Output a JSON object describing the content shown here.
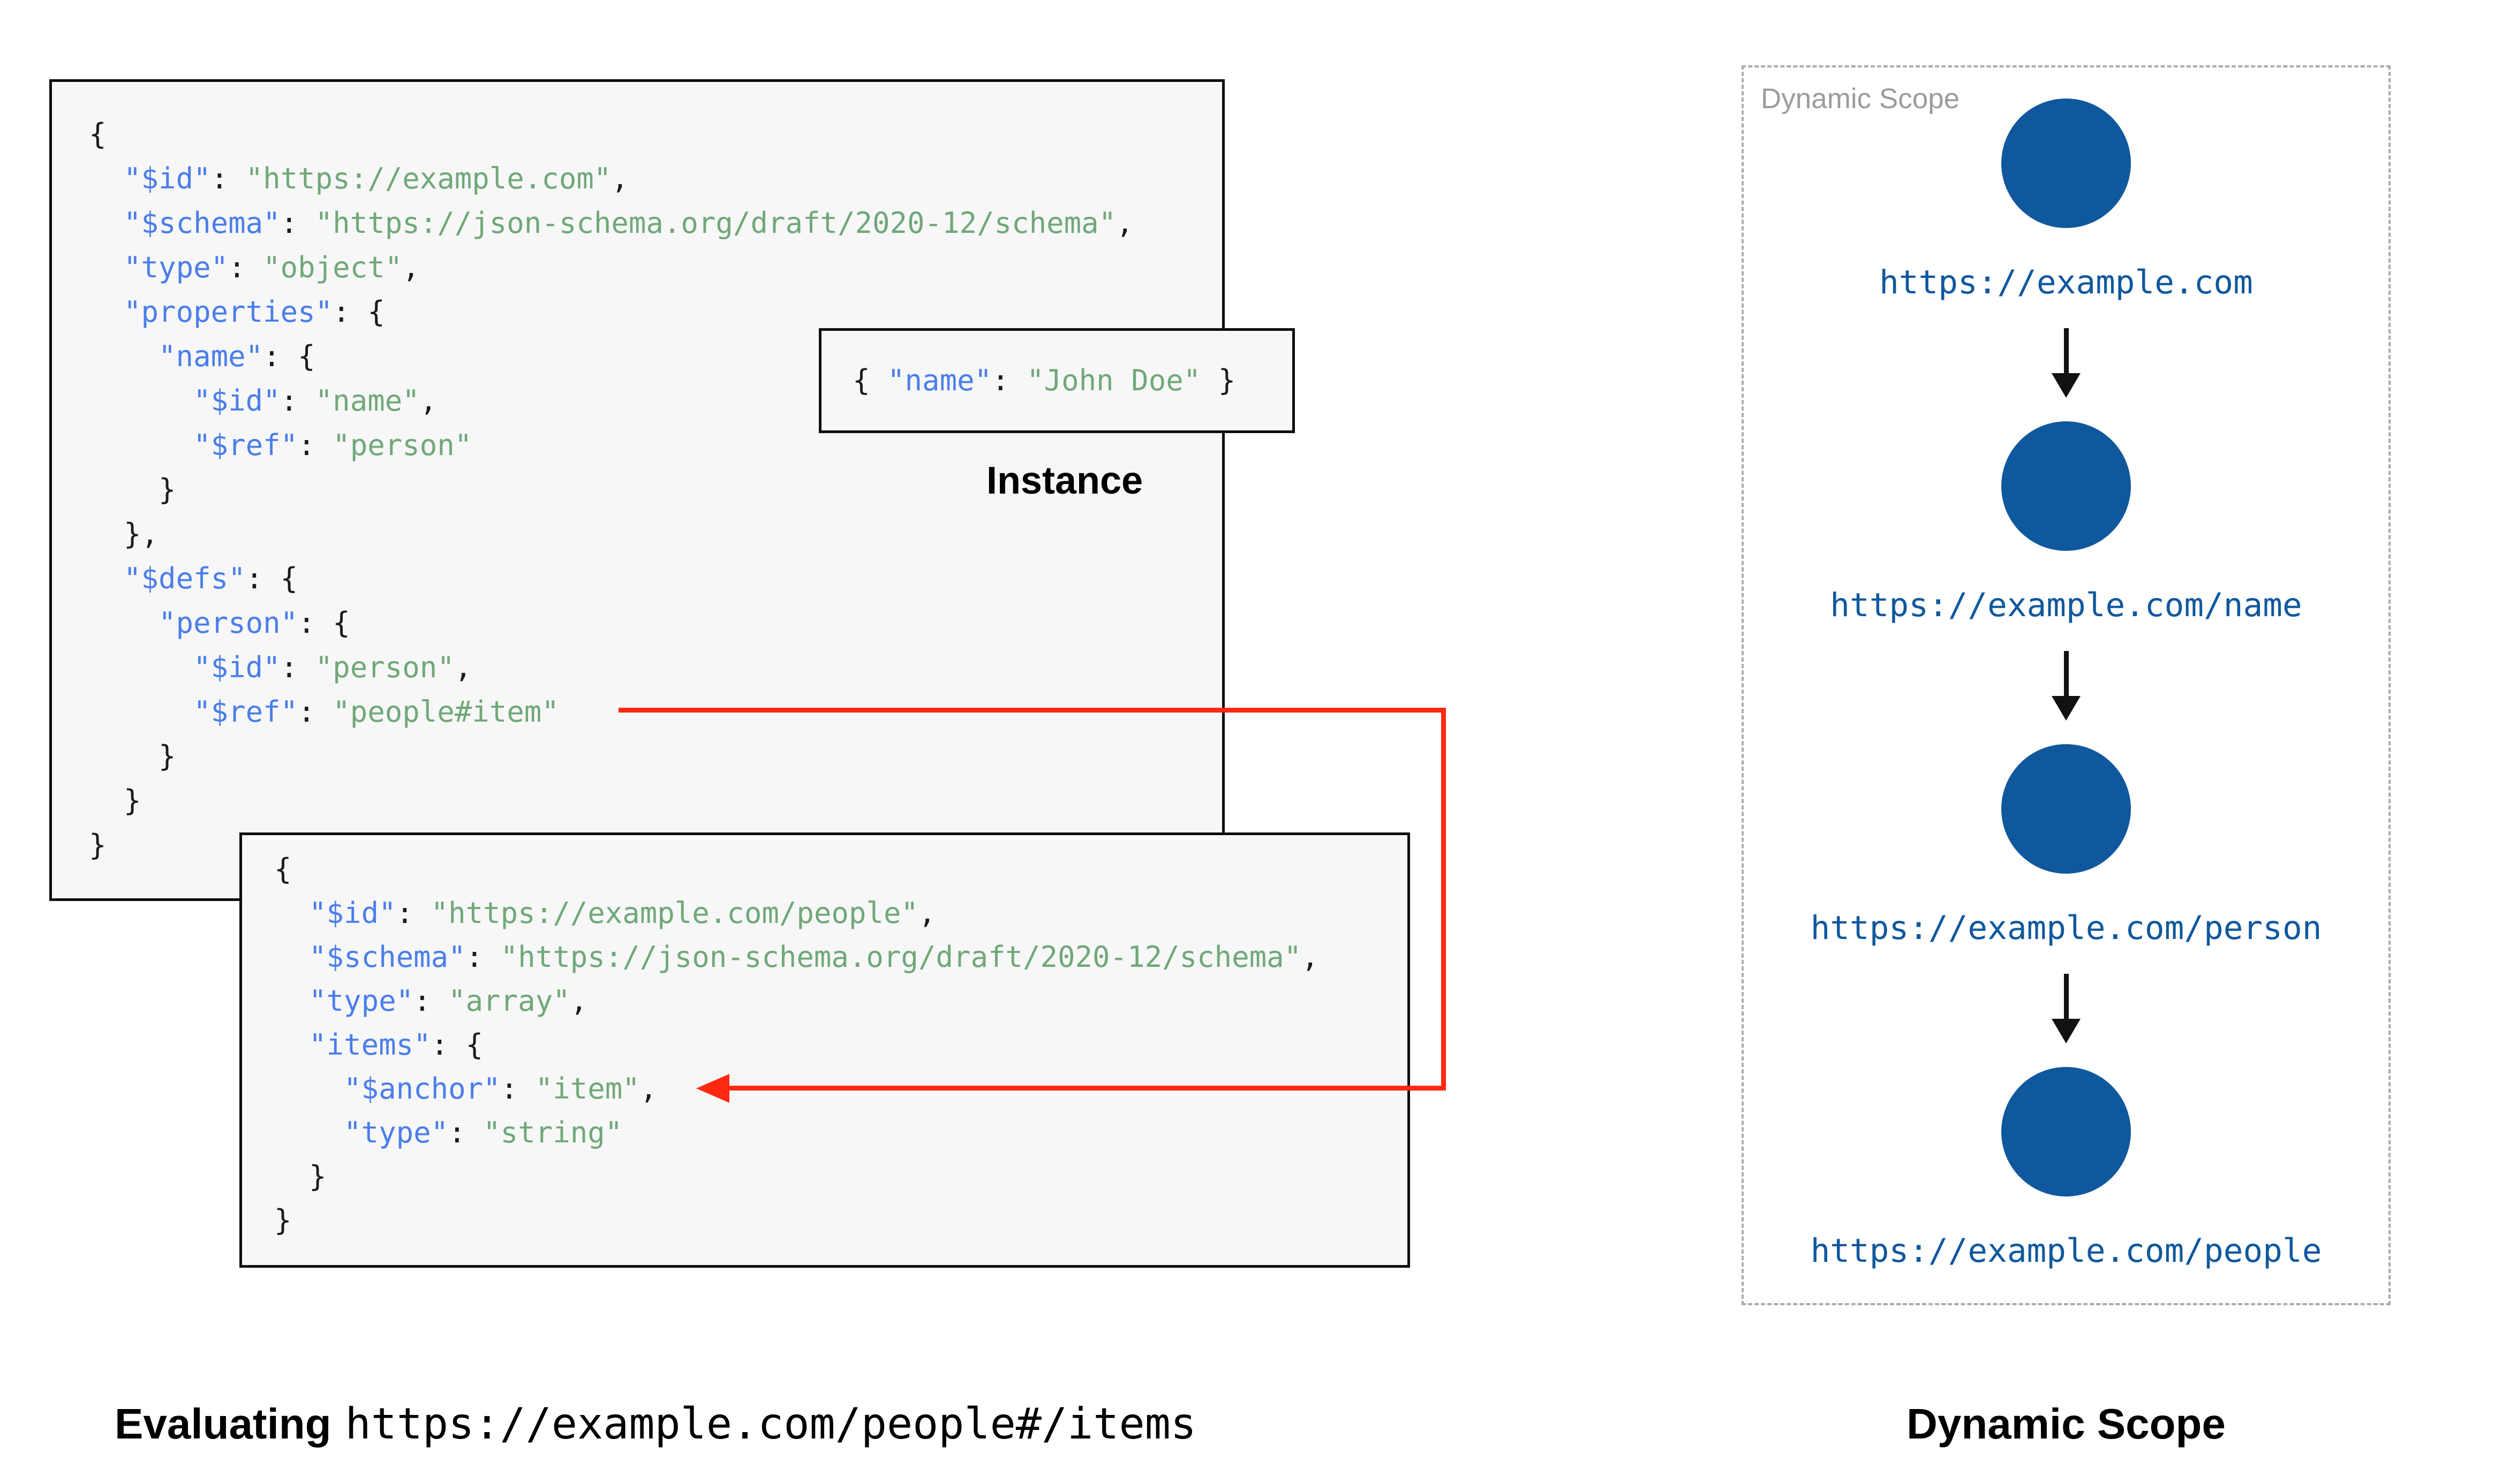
{
  "colors": {
    "key_blue": "#4a7eea",
    "string_green": "#70a878",
    "punctuation": "#1b1b1b",
    "node_blue": "#10589d",
    "arrow_red": "#ff2912",
    "panel_gray": "#9c9c9c",
    "box_background": "#f7f7f8"
  },
  "schema_a": {
    "lines": [
      [
        [
          "p",
          "{"
        ]
      ],
      [
        [
          "p",
          "  "
        ],
        [
          "k",
          "\"$id\""
        ],
        [
          "p",
          ": "
        ],
        [
          "s",
          "\"https://example.com\""
        ],
        [
          "p",
          ","
        ]
      ],
      [
        [
          "p",
          "  "
        ],
        [
          "k",
          "\"$schema\""
        ],
        [
          "p",
          ": "
        ],
        [
          "s",
          "\"https://json-schema.org/draft/2020-12/schema\""
        ],
        [
          "p",
          ","
        ]
      ],
      [
        [
          "p",
          "  "
        ],
        [
          "k",
          "\"type\""
        ],
        [
          "p",
          ": "
        ],
        [
          "s",
          "\"object\""
        ],
        [
          "p",
          ","
        ]
      ],
      [
        [
          "p",
          "  "
        ],
        [
          "k",
          "\"properties\""
        ],
        [
          "p",
          ": {"
        ]
      ],
      [
        [
          "p",
          "    "
        ],
        [
          "k",
          "\"name\""
        ],
        [
          "p",
          ": {"
        ]
      ],
      [
        [
          "p",
          "      "
        ],
        [
          "k",
          "\"$id\""
        ],
        [
          "p",
          ": "
        ],
        [
          "s",
          "\"name\""
        ],
        [
          "p",
          ","
        ]
      ],
      [
        [
          "p",
          "      "
        ],
        [
          "k",
          "\"$ref\""
        ],
        [
          "p",
          ": "
        ],
        [
          "s",
          "\"person\""
        ]
      ],
      [
        [
          "p",
          "    }"
        ]
      ],
      [
        [
          "p",
          "  },"
        ]
      ],
      [
        [
          "p",
          "  "
        ],
        [
          "k",
          "\"$defs\""
        ],
        [
          "p",
          ": {"
        ]
      ],
      [
        [
          "p",
          "    "
        ],
        [
          "k",
          "\"person\""
        ],
        [
          "p",
          ": {"
        ]
      ],
      [
        [
          "p",
          "      "
        ],
        [
          "k",
          "\"$id\""
        ],
        [
          "p",
          ": "
        ],
        [
          "s",
          "\"person\""
        ],
        [
          "p",
          ","
        ]
      ],
      [
        [
          "p",
          "      "
        ],
        [
          "k",
          "\"$ref\""
        ],
        [
          "p",
          ": "
        ],
        [
          "s",
          "\"people#item\""
        ]
      ],
      [
        [
          "p",
          "    }"
        ]
      ],
      [
        [
          "p",
          "  }"
        ]
      ],
      [
        [
          "p",
          "}"
        ]
      ]
    ]
  },
  "schema_b": {
    "lines": [
      [
        [
          "p",
          "{"
        ]
      ],
      [
        [
          "p",
          "  "
        ],
        [
          "k",
          "\"$id\""
        ],
        [
          "p",
          ": "
        ],
        [
          "s",
          "\"https://example.com/people\""
        ],
        [
          "p",
          ","
        ]
      ],
      [
        [
          "p",
          "  "
        ],
        [
          "k",
          "\"$schema\""
        ],
        [
          "p",
          ": "
        ],
        [
          "s",
          "\"https://json-schema.org/draft/2020-12/schema\""
        ],
        [
          "p",
          ","
        ]
      ],
      [
        [
          "p",
          "  "
        ],
        [
          "k",
          "\"type\""
        ],
        [
          "p",
          ": "
        ],
        [
          "s",
          "\"array\""
        ],
        [
          "p",
          ","
        ]
      ],
      [
        [
          "p",
          "  "
        ],
        [
          "k",
          "\"items\""
        ],
        [
          "p",
          ": {"
        ]
      ],
      [
        [
          "p",
          "    "
        ],
        [
          "k",
          "\"$anchor\""
        ],
        [
          "p",
          ": "
        ],
        [
          "s",
          "\"item\""
        ],
        [
          "p",
          ","
        ]
      ],
      [
        [
          "p",
          "    "
        ],
        [
          "k",
          "\"type\""
        ],
        [
          "p",
          ": "
        ],
        [
          "s",
          "\"string\""
        ]
      ],
      [
        [
          "p",
          "  }"
        ]
      ],
      [
        [
          "p",
          "}"
        ]
      ]
    ]
  },
  "instance": {
    "tokens": [
      [
        "p",
        "{ "
      ],
      [
        "k",
        "\"name\""
      ],
      [
        "p",
        ": "
      ],
      [
        "s",
        "\"John Doe\""
      ],
      [
        "p",
        " }"
      ]
    ],
    "label": "Instance"
  },
  "dynamic_scope_panel": {
    "label": "Dynamic Scope",
    "nodes": [
      {
        "uri": "https://example.com"
      },
      {
        "uri": "https://example.com/name"
      },
      {
        "uri": "https://example.com/person"
      },
      {
        "uri": "https://example.com/people"
      }
    ]
  },
  "captions": {
    "evaluating_label": "Evaluating",
    "evaluating_uri": "https://example.com/people#/items",
    "dynamic_scope": "Dynamic Scope"
  }
}
